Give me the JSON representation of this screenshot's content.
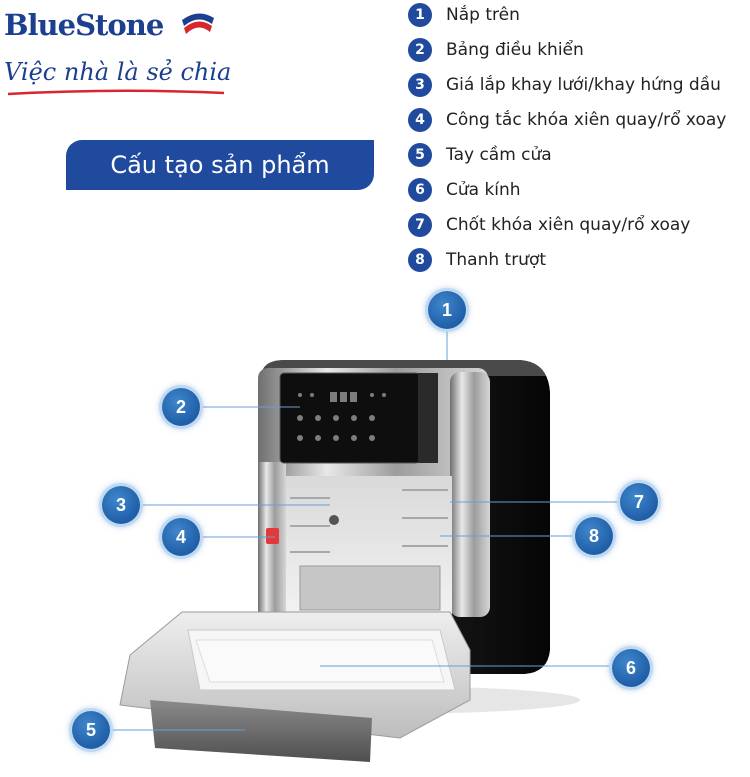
{
  "brand": {
    "name": "BlueStone",
    "slogan": "Việc nhà là sẻ chia",
    "colors": {
      "primary": "#1f4a9e",
      "accent": "#d7262e"
    }
  },
  "section_title": "Cấu tạo sản phẩm",
  "legend": [
    {
      "number": "1",
      "label": "Nắp trên"
    },
    {
      "number": "2",
      "label": "Bảng điều khiển"
    },
    {
      "number": "3",
      "label": "Giá lắp khay lưới/khay hứng dầu"
    },
    {
      "number": "4",
      "label": "Công tắc khóa xiên quay/rổ xoay"
    },
    {
      "number": "5",
      "label": "Tay cầm cửa"
    },
    {
      "number": "6",
      "label": "Cửa kính"
    },
    {
      "number": "7",
      "label": "Chốt khóa xiên quay/rổ xoay"
    },
    {
      "number": "8",
      "label": "Thanh trượt"
    }
  ],
  "callouts": [
    "1",
    "2",
    "3",
    "4",
    "5",
    "6",
    "7",
    "8"
  ]
}
